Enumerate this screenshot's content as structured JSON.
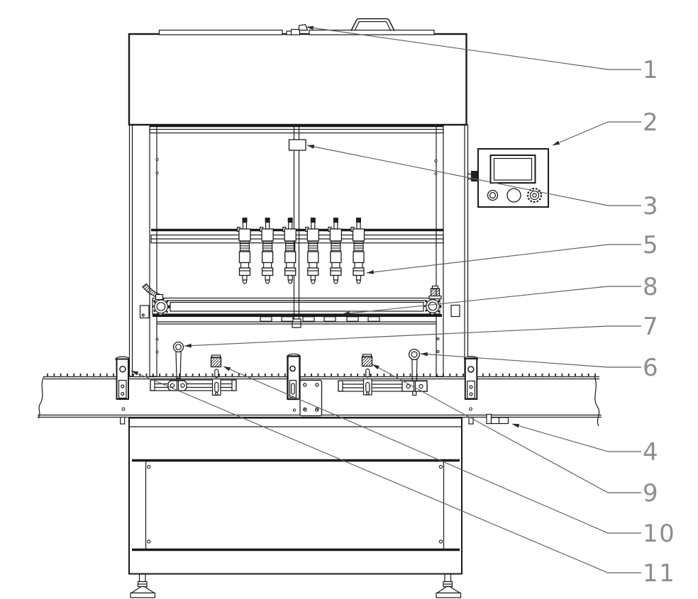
{
  "figure": {
    "type": "technical-drawing",
    "view": "front"
  },
  "colors": {
    "background": "#ffffff",
    "machine_line": "#1a1a1a",
    "leader_line": "#5f5f5f",
    "callout_label": "#8d8d8d"
  },
  "callouts": [
    {
      "label": "1"
    },
    {
      "label": "2"
    },
    {
      "label": "3"
    },
    {
      "label": "5"
    },
    {
      "label": "8"
    },
    {
      "label": "7"
    },
    {
      "label": "6"
    },
    {
      "label": "4"
    },
    {
      "label": "9"
    },
    {
      "label": "10"
    },
    {
      "label": "11"
    }
  ]
}
